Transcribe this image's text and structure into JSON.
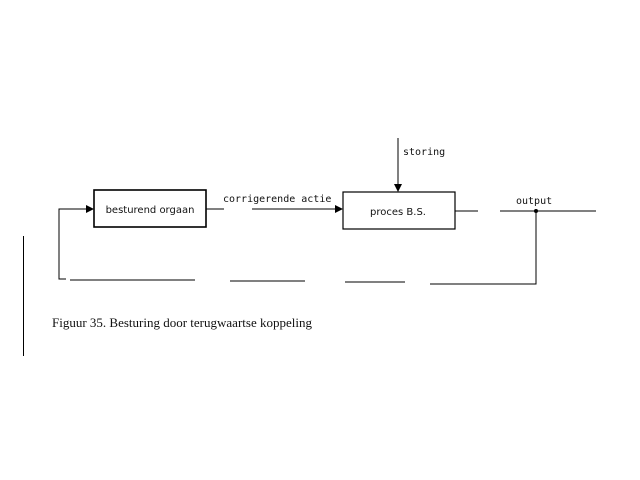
{
  "diagram": {
    "blocks": {
      "controller": "besturend orgaan",
      "process": "proces B.S."
    },
    "labels": {
      "action": "corrigerende actie",
      "disturbance": "storing",
      "output": "output"
    }
  },
  "caption": "Figuur 35. Besturing door terugwaartse koppeling"
}
